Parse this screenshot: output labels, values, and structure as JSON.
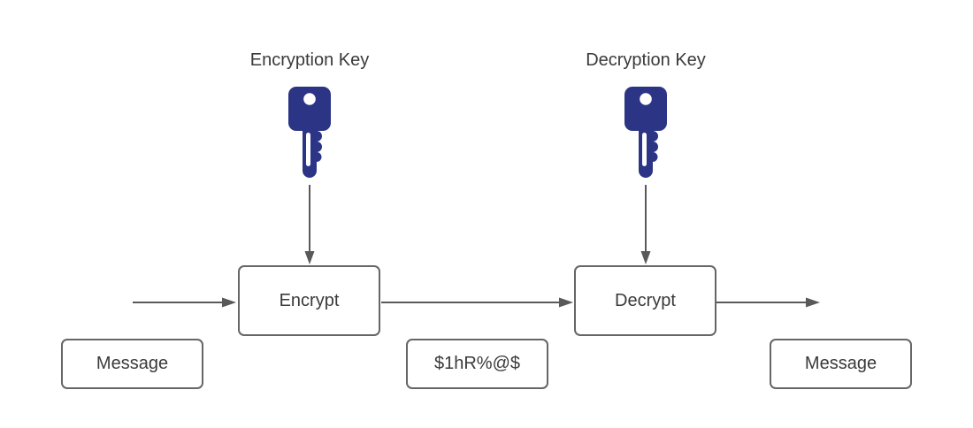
{
  "labels": {
    "encryption_key": "Encryption Key",
    "decryption_key": "Decryption Key"
  },
  "boxes": {
    "encrypt": {
      "label": "Encrypt"
    },
    "decrypt": {
      "label": "Decrypt"
    },
    "message_left": {
      "label": "Message"
    },
    "ciphertext": {
      "label": "$1hR%@$"
    },
    "message_right": {
      "label": "Message"
    }
  },
  "icons": {
    "encryption_key": "key-icon",
    "decryption_key": "key-icon"
  },
  "colors": {
    "key": "#2B3485",
    "key_hole": "#FFFFFF",
    "box_border": "#666666",
    "arrow": "#595959",
    "text": "#3A3A3A",
    "background": "#FFFFFF"
  },
  "connections": [
    {
      "from": "plaintext-input",
      "to": "encrypt"
    },
    {
      "from": "encryption-key",
      "to": "encrypt"
    },
    {
      "from": "encrypt",
      "to": "decrypt"
    },
    {
      "from": "decryption-key",
      "to": "decrypt"
    },
    {
      "from": "decrypt",
      "to": "output"
    }
  ]
}
